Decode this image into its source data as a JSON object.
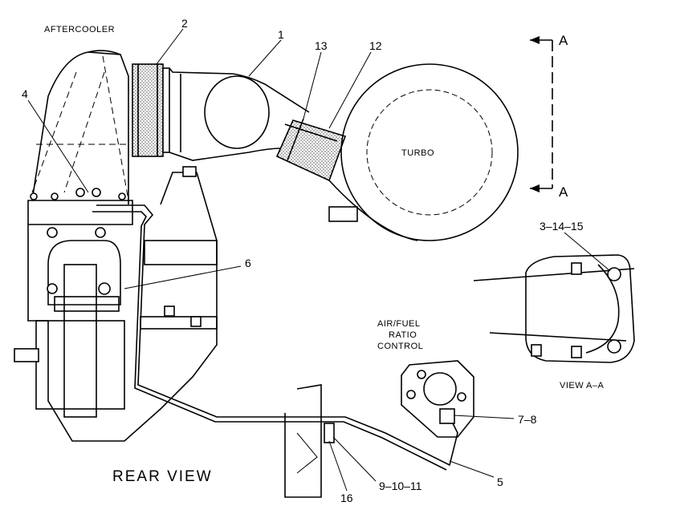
{
  "labels": {
    "aftercooler": "AFTERCOOLER",
    "turbo": "TURBO",
    "rear_view": "REAR VIEW",
    "view_aa": "VIEW A–A",
    "section_a_top": "A",
    "section_a_bottom": "A",
    "afr_line1": "AIR/FUEL",
    "afr_line2": "RATIO",
    "afr_line3": "CONTROL"
  },
  "callouts": {
    "c1": "1",
    "c2": "2",
    "c4": "4",
    "c5": "5",
    "c6": "6",
    "c12": "12",
    "c13": "13",
    "c16": "16",
    "c3_14_15": "3–14–15",
    "c7_8": "7–8",
    "c9_10_11": "9–10–11"
  }
}
